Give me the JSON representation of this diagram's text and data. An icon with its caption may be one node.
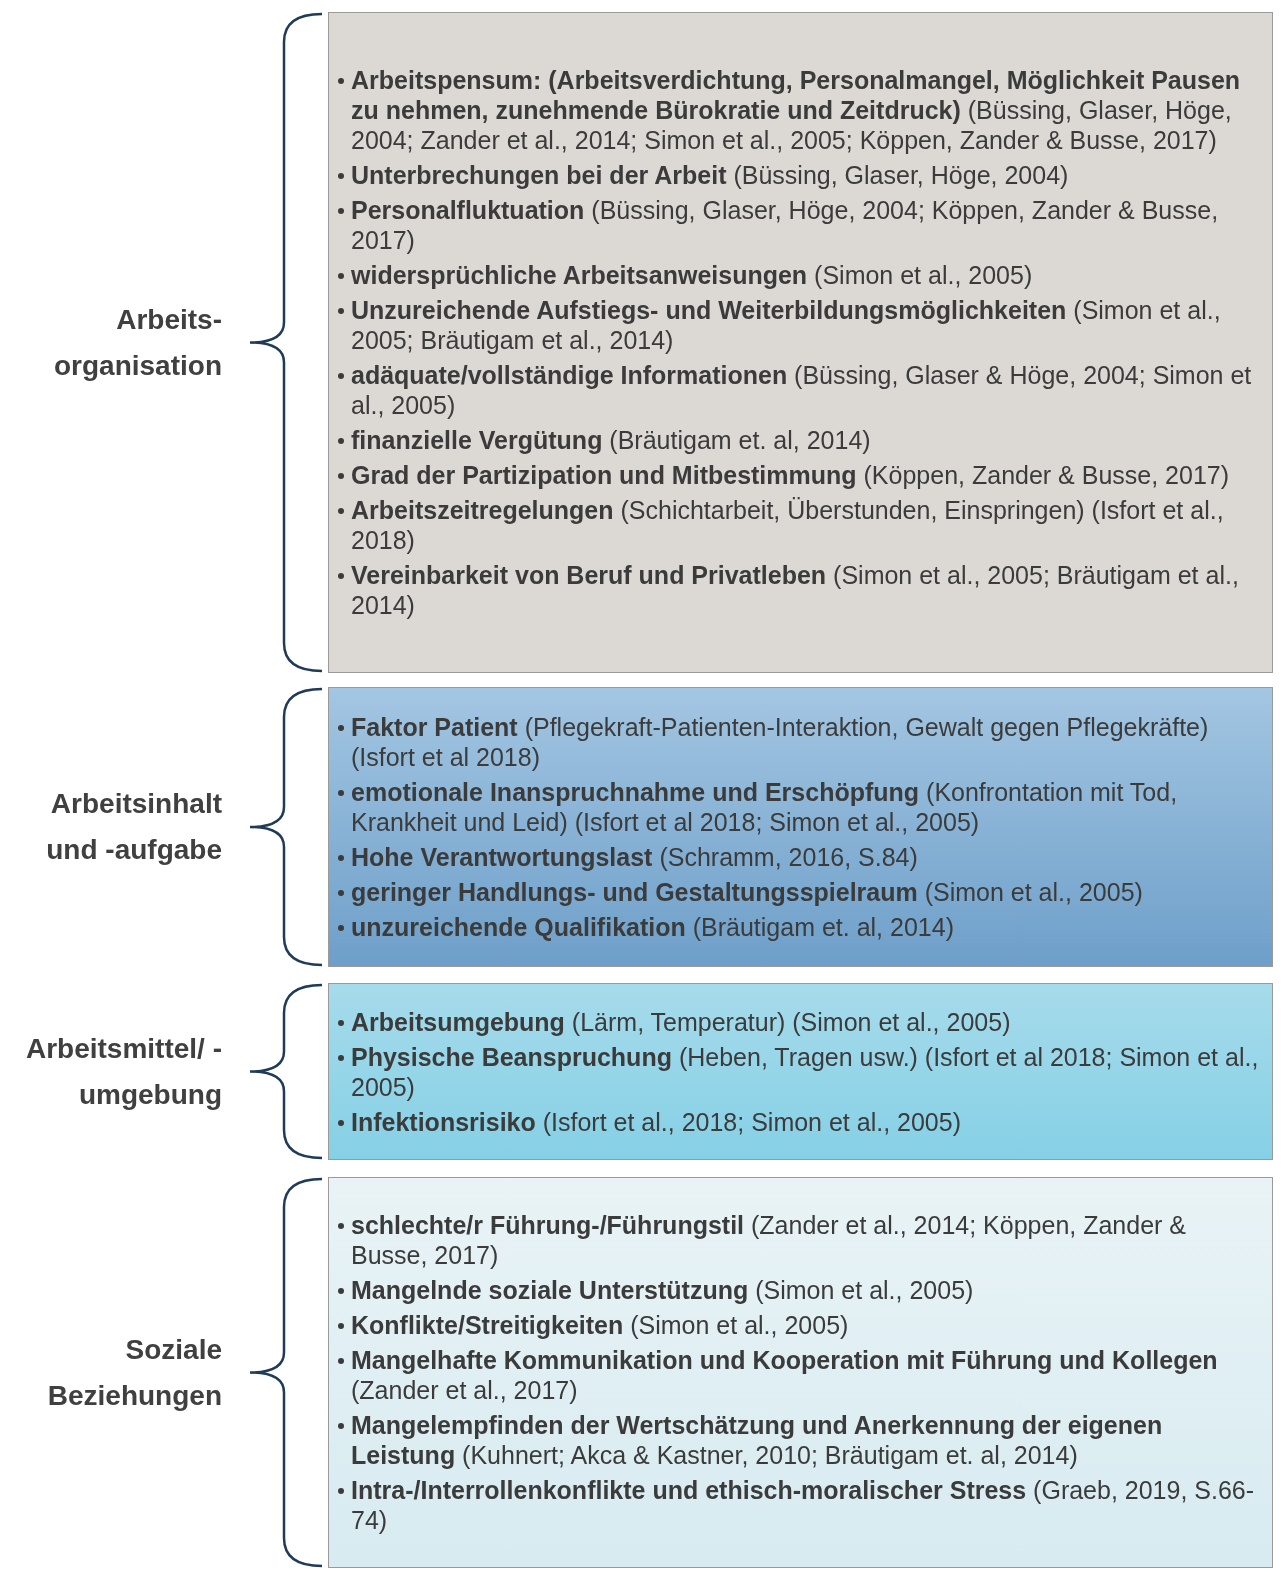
{
  "diagram": {
    "nodes": [
      {
        "text": [
          "Arbeits- organisation",
          "**Arbeitspensum: (Arbeitsverdichtung, Personalmangel, Möglichkeit Pausen zu nehmen,  zunehmende Bürokratie und Zeitdruck)** (Büssing, Glaser, Höge, 2004; Zander et al., 2014; Simon et al., 2005; Köppen, Zander & Busse, 2017)",
          "**Unterbrechungen bei der Arbeit** (Büssing, Glaser, Höge, 2004)",
          "**Personalfluktuation**  (Büssing, Glaser, Höge, 2004; Köppen, Zander & Busse, 2017)",
          "**widersprüchliche Arbeitsanweisungen** (Simon et al., 2005)",
          "**Unzureichende Aufstiegs- und Weiterbildungsmöglichkeiten** (Simon et al., 2005; Bräutigam et al., 2014)",
          "**adäquate/vollständige Informationen** (Büssing, Glaser & Höge, 2004;  Simon et al., 2005)",
          "**finanzielle Vergütung** (Bräutigam et. al, 2014)",
          "**Grad der Partizipation und Mitbestimmung** (Köppen, Zander & Busse, 2017)",
          "**Arbeitszeitregelungen** (Schichtarbeit, Überstunden, Einspringen) (Isfort et al., 2018)",
          "**Vereinbarkeit von Beruf und Privatleben** (Simon et al., 2005; Bräutigam et al., 2014)"
        ]
      },
      {
        "text": [
          "Arbeitsinhalt und -aufgabe",
          "**Faktor Patient** (Pflegekraft-Patienten-Interaktion, Gewalt gegen Pflegekräfte)  (Isfort et al 2018)",
          "**emotionale Inanspruchnahme und Erschöpfung** (Konfrontation mit Tod, Krankheit und Leid) (Isfort et al 2018; Simon et al., 2005)",
          "**Hohe Verantwortungslast** (Schramm, 2016, S.84)",
          "**geringer Handlungs- und Gestaltungsspielraum** (Simon et al., 2005)",
          "**unzureichende Qualifikation** (Bräutigam et. al, 2014)"
        ]
      },
      {
        "text": [
          "Arbeitsmittel/ -umgebung",
          "**Arbeitsumgebung** (Lärm, Temperatur) (Simon et al., 2005)",
          "**Physische Beanspruchung** (Heben, Tragen usw.) (Isfort et al 2018; Simon et al., 2005)",
          "**Infektionsrisiko** (Isfort et al., 2018; Simon et al., 2005)"
        ]
      },
      {
        "text": [
          "Soziale Beziehungen",
          "**schlechte/r Führung-/Führungstil** (Zander et al., 2014; Köppen, Zander & Busse, 2017)",
          "**Mangelnde soziale Unterstützung** (Simon et al., 2005)",
          "**Konflikte/Streitigkeiten** (Simon et al., 2005)",
          "**Mangelhafte Kommunikation und Kooperation mit Führung und Kollegen** (Zander et al., 2017)",
          "**Mangelempfinden der Wertschätzung und Anerkennung der eigenen Leistung** (Kuhnert; Akca & Kastner, 2010; Bräutigam et. al, 2014)",
          "**Intra-/Interrollenkonflikte und ethisch-moralischer Stress** (Graeb, 2019, S.66-74)"
        ]
      }
    ]
  }
}
